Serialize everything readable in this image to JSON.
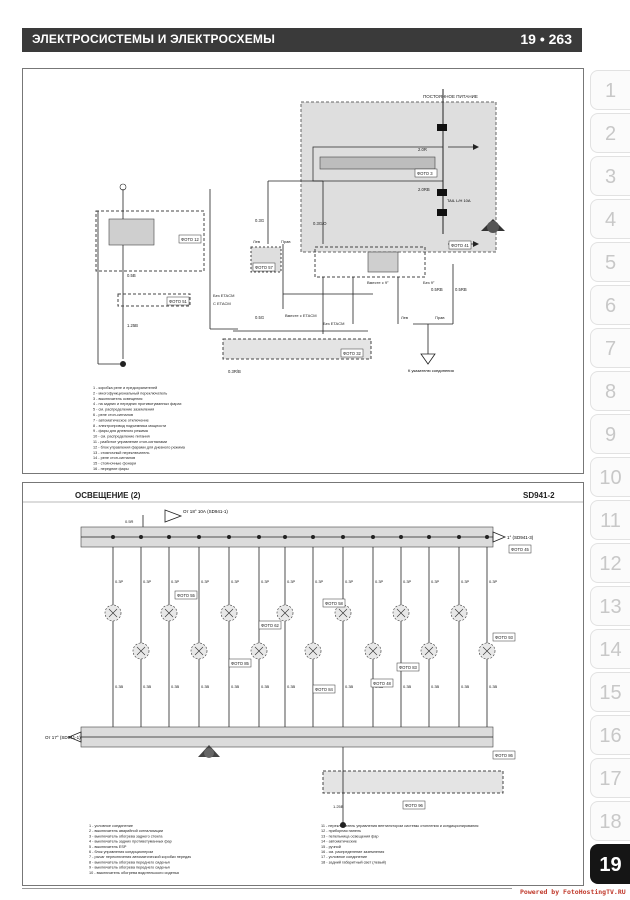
{
  "header": {
    "title": "ЭЛЕКТРОСИСТЕМЫ И ЭЛЕКТРОСХЕМЫ",
    "page": "19 • 263"
  },
  "side_tabs": [
    "1",
    "2",
    "3",
    "4",
    "5",
    "6",
    "7",
    "8",
    "9",
    "10",
    "11",
    "12",
    "13",
    "14",
    "15",
    "16",
    "17",
    "18",
    "19"
  ],
  "active_tab": "19",
  "top_diagram": {
    "power_box_label": "ПОСТОЯННОЕ ПИТАНИЕ",
    "photo_labels": [
      "ФОТО 12",
      "ФОТО 51",
      "ФОТО 3",
      "ФОТО 41",
      "ФОТО 57",
      "ФОТО 32"
    ],
    "wire_labels": [
      "0.3G",
      "0.5B",
      "1.25B",
      "2.0R",
      "2.0RB",
      "0.5RB",
      "0.3G/O",
      "0.5G",
      "0.5RB",
      "0.3R/B"
    ],
    "etacm_labels": [
      "Без ETACM",
      "С ETACM",
      "Вместе с ETACM",
      "Без ETACM"
    ],
    "side_labels": [
      "Лев",
      "Прав",
      "Лев",
      "Прав",
      "Вместе с 9°",
      "Без 9°"
    ],
    "fuse_label": "TAIL\nL/H\n10A",
    "ground_label": "К указателю соединения",
    "legend": [
      "1 - коробка реле и предохранителей",
      "2 - многофункциональный переключатель",
      "3 - выключатель освещения",
      "4 - на задних и передних противотуманных фарах",
      "5 - см. распределение заземления",
      "6 - реле стоп-сигналов",
      "7 - автоматическое отключение",
      "8 - электропривод подъемника мощности",
      "9 - фары для дневного режима",
      "10 - см. распределение питания",
      "11 - разбитое управление стоп-сигналами",
      "12 - блок управления фарами для дневного режима",
      "13 - стояночный переключатель",
      "14 - реле стоп-сигналов",
      "15 - стояночные фонари",
      "16 - передние фары"
    ]
  },
  "bottom_diagram": {
    "title": "ОСВЕЩЕНИЕ (2)",
    "code": "SD941-2",
    "fuse_label": "От 18° 10А (SD941-1)",
    "bus_out_label": "1° (SD941-3)",
    "ground_in_label": "От 17° (SD941-1)",
    "photo_labels": [
      "ФОТО 45",
      "ФОТО 55",
      "ФОТО 58",
      "ФОТО 62",
      "ФОТО 85",
      "ФОТО 84",
      "ФОТО 83",
      "ФОТО 93",
      "ФОТО 48",
      "ФОТО 96",
      "ФОТО 86"
    ],
    "wire_labels": [
      "0.3B",
      "0.3P",
      "0.5R",
      "1.25B"
    ],
    "legend_left": [
      "1 - условное соединение",
      "2 - выключатель аварийной сигнализации",
      "3 - выключатель обогрева заднего стекла",
      "4 - выключатель задних противотуманных фар",
      "5 - выключатель ESP",
      "6 - блок управления кондиционером",
      "7 - рычаг переключения автоматической коробки передач",
      "8 - выключатель обогрева переднего сиденья",
      "9 - выключатель обогрева переднего сиденья",
      "10 - выключатель обогрева водительского сиденья"
    ],
    "legend_right": [
      "11 - переключатель управления вентилятором системы отопления и кондиционирования",
      "12 - приборная панель",
      "13 - пепельница освещения фар",
      "14 - автоматические",
      "15 - ручной",
      "16 - см. распределение заземления",
      "17 - условное соединение",
      "18 - задний габаритный свет (левый)"
    ]
  },
  "credit": "Powered by FotoHostingTV.RU"
}
